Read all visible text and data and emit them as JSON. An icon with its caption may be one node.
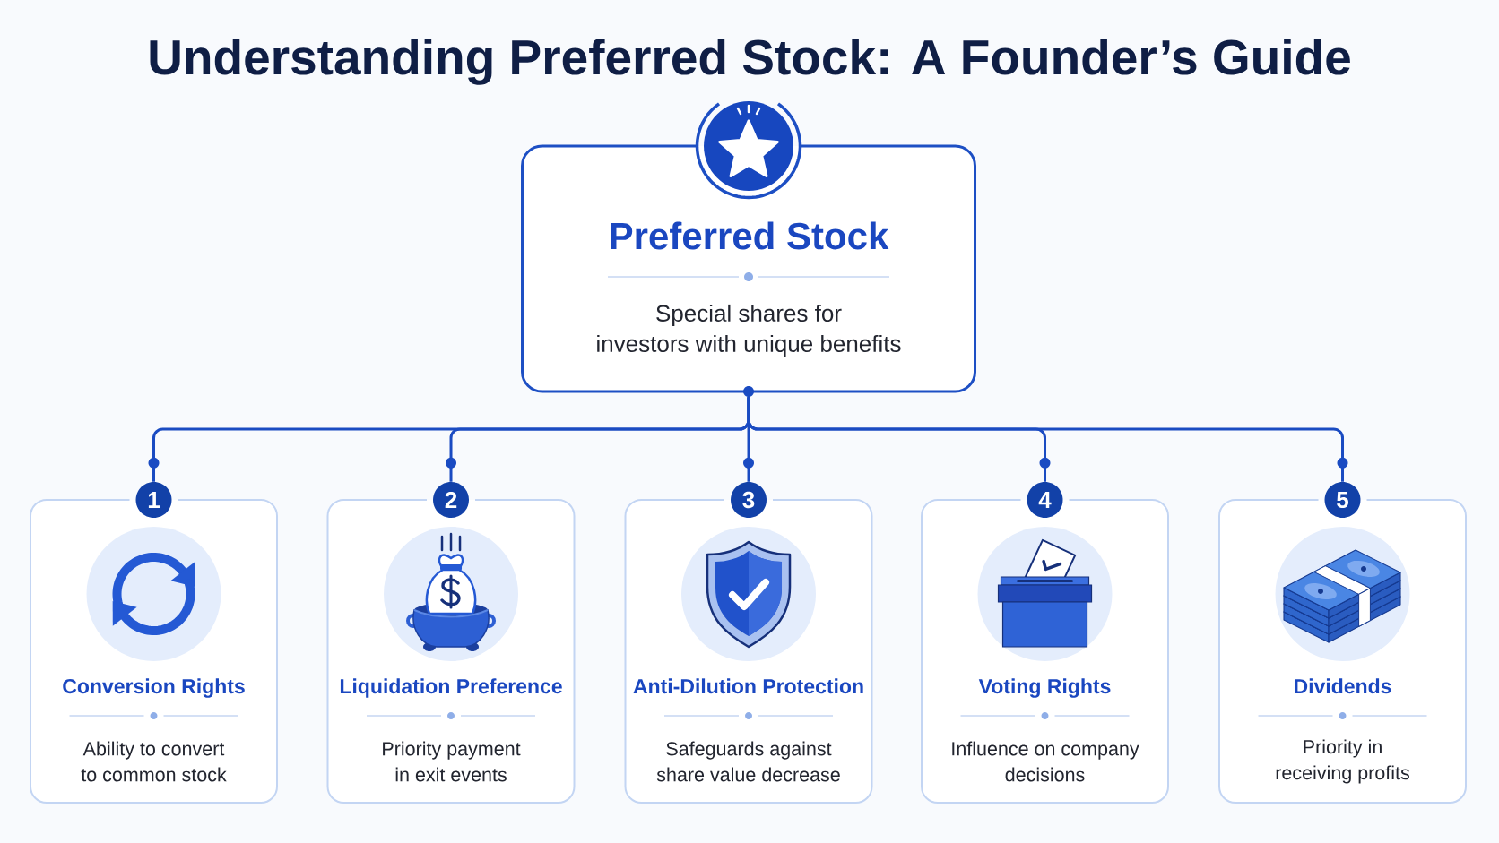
{
  "diagram": {
    "title": "Understanding Preferred Stock: A Founder’s Guide",
    "nodes": [
      {
        "text": [
          "Preferred Stock",
          "Special shares for investors with unique benefits"
        ]
      },
      {
        "text": [
          "1"
        ]
      },
      {
        "text": [
          "2"
        ]
      },
      {
        "text": [
          "3"
        ]
      },
      {
        "text": [
          "4"
        ]
      },
      {
        "text": [
          "5"
        ]
      },
      {
        "text": [
          "Conversion Rights",
          "Ability to convert to common stock"
        ]
      },
      {
        "text": [
          "Liquidation Preference",
          "Priority payment in exit events"
        ]
      },
      {
        "text": [
          "Anti-Dilution Protection",
          "Safeguards against share value decrease"
        ]
      },
      {
        "text": [
          "Voting Rights",
          "Influence on company decisions"
        ]
      },
      {
        "text": [
          "Dividends",
          "Priority in receiving profits"
        ]
      }
    ],
    "edges": [
      {
        "from": 0,
        "to": 1,
        "arrow": "none"
      },
      {
        "from": 0,
        "to": 2,
        "arrow": "none"
      },
      {
        "from": 0,
        "to": 3,
        "arrow": "none"
      },
      {
        "from": 0,
        "to": 4,
        "arrow": "none"
      },
      {
        "from": 0,
        "to": 5,
        "arrow": "none"
      }
    ]
  }
}
